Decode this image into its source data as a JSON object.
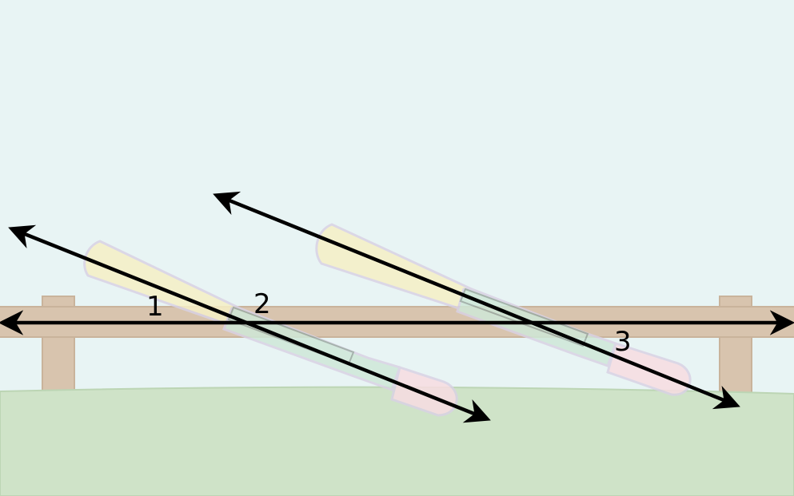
{
  "colors": {
    "sky": "#e8f4f4",
    "grass": "#cfe3c8",
    "fence": "#d8c4ae",
    "fence_edge": "#c9b39b",
    "bat_yellow": "#f6f0c6",
    "bat_green": "#cfe8d8",
    "bat_pink": "#f8dde2",
    "bat_outline": "#d9d2e4",
    "line": "#000000"
  },
  "lines": [
    {
      "id": "horizontal-line",
      "arrows": "both"
    },
    {
      "id": "left-bat-line",
      "arrows": "both"
    },
    {
      "id": "right-bat-line",
      "arrows": "both"
    }
  ],
  "angle_labels": {
    "label_1": "1",
    "label_2": "2",
    "label_3": "3"
  }
}
